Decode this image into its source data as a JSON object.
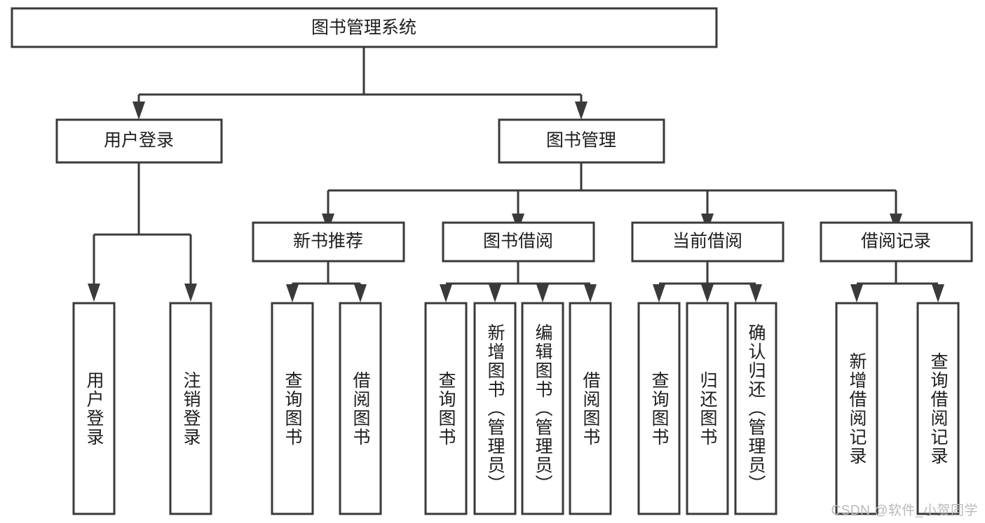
{
  "diagram": {
    "type": "tree",
    "title": "图书管理系统",
    "orientation": "top-down",
    "colors": {
      "box_stroke": "#3a3a3a",
      "box_fill": "#ffffff",
      "text": "#1d1d1d",
      "background": "#ffffff",
      "watermark": "#b9b9b9"
    },
    "root": {
      "label": "图书管理系统",
      "children": [
        {
          "label": "用户登录",
          "children": [
            {
              "label": "用户登录"
            },
            {
              "label": "注销登录"
            }
          ]
        },
        {
          "label": "图书管理",
          "children": [
            {
              "label": "新书推荐",
              "children": [
                {
                  "label": "查询图书"
                },
                {
                  "label": "借阅图书"
                }
              ]
            },
            {
              "label": "图书借阅",
              "children": [
                {
                  "label": "查询图书"
                },
                {
                  "label": "新增图书（管理员）"
                },
                {
                  "label": "编辑图书（管理员）"
                },
                {
                  "label": "借阅图书"
                }
              ]
            },
            {
              "label": "当前借阅",
              "children": [
                {
                  "label": "查询图书"
                },
                {
                  "label": "归还图书"
                },
                {
                  "label": "确认归还（管理员）"
                }
              ]
            },
            {
              "label": "借阅记录",
              "children": [
                {
                  "label": "新增借阅记录"
                },
                {
                  "label": "查询借阅记录"
                }
              ]
            }
          ]
        }
      ]
    }
  },
  "nodes": {
    "root": "图书管理系统",
    "level2": {
      "user_login": "用户登录",
      "book_manage": "图书管理"
    },
    "level3": {
      "new_book_rec": "新书推荐",
      "book_borrow": "图书借阅",
      "current_borrow": "当前借阅",
      "borrow_record": "借阅记录"
    },
    "leaves": {
      "user_login_1": "用户登录",
      "user_login_2": "注销登录",
      "new_book_1": "查询图书",
      "new_book_2": "借阅图书",
      "borrow_1": "查询图书",
      "borrow_2": "新增图书（管理员）",
      "borrow_3": "编辑图书（管理员）",
      "borrow_4": "借阅图书",
      "current_1": "查询图书",
      "current_2": "归还图书",
      "current_3": "确认归还（管理员）",
      "record_1": "新增借阅记录",
      "record_2": "查询借阅记录"
    }
  },
  "watermark": {
    "text": "CSDN @软件_小贺同学"
  }
}
